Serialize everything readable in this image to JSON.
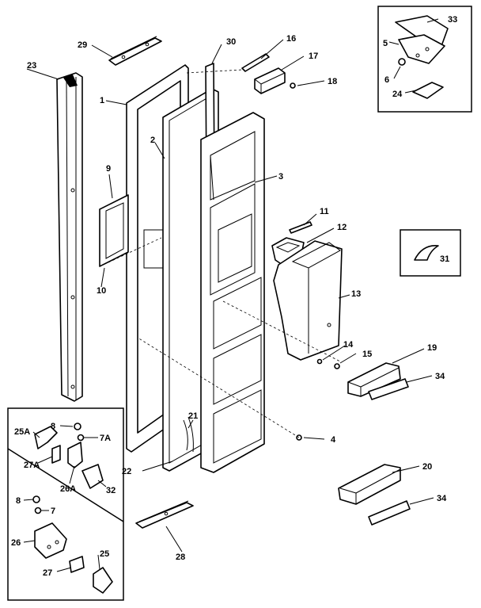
{
  "labels": {
    "l1": "1",
    "l2": "2",
    "l3": "3",
    "l4": "4",
    "l5": "5",
    "l6": "6",
    "l7": "7",
    "l7a": "7A",
    "l8a": "8",
    "l8b": "8",
    "l9": "9",
    "l10": "10",
    "l11": "11",
    "l12": "12",
    "l13": "13",
    "l14": "14",
    "l15": "15",
    "l16": "16",
    "l17": "17",
    "l18": "18",
    "l19": "19",
    "l20": "20",
    "l21": "21",
    "l22": "22",
    "l23": "23",
    "l24": "24",
    "l25": "25",
    "l25a": "25A",
    "l26": "26",
    "l26a": "26A",
    "l27": "27",
    "l27a": "27A",
    "l28": "28",
    "l29": "29",
    "l30": "30",
    "l31": "31",
    "l32": "32",
    "l33": "33",
    "l34a": "34",
    "l34b": "34"
  }
}
